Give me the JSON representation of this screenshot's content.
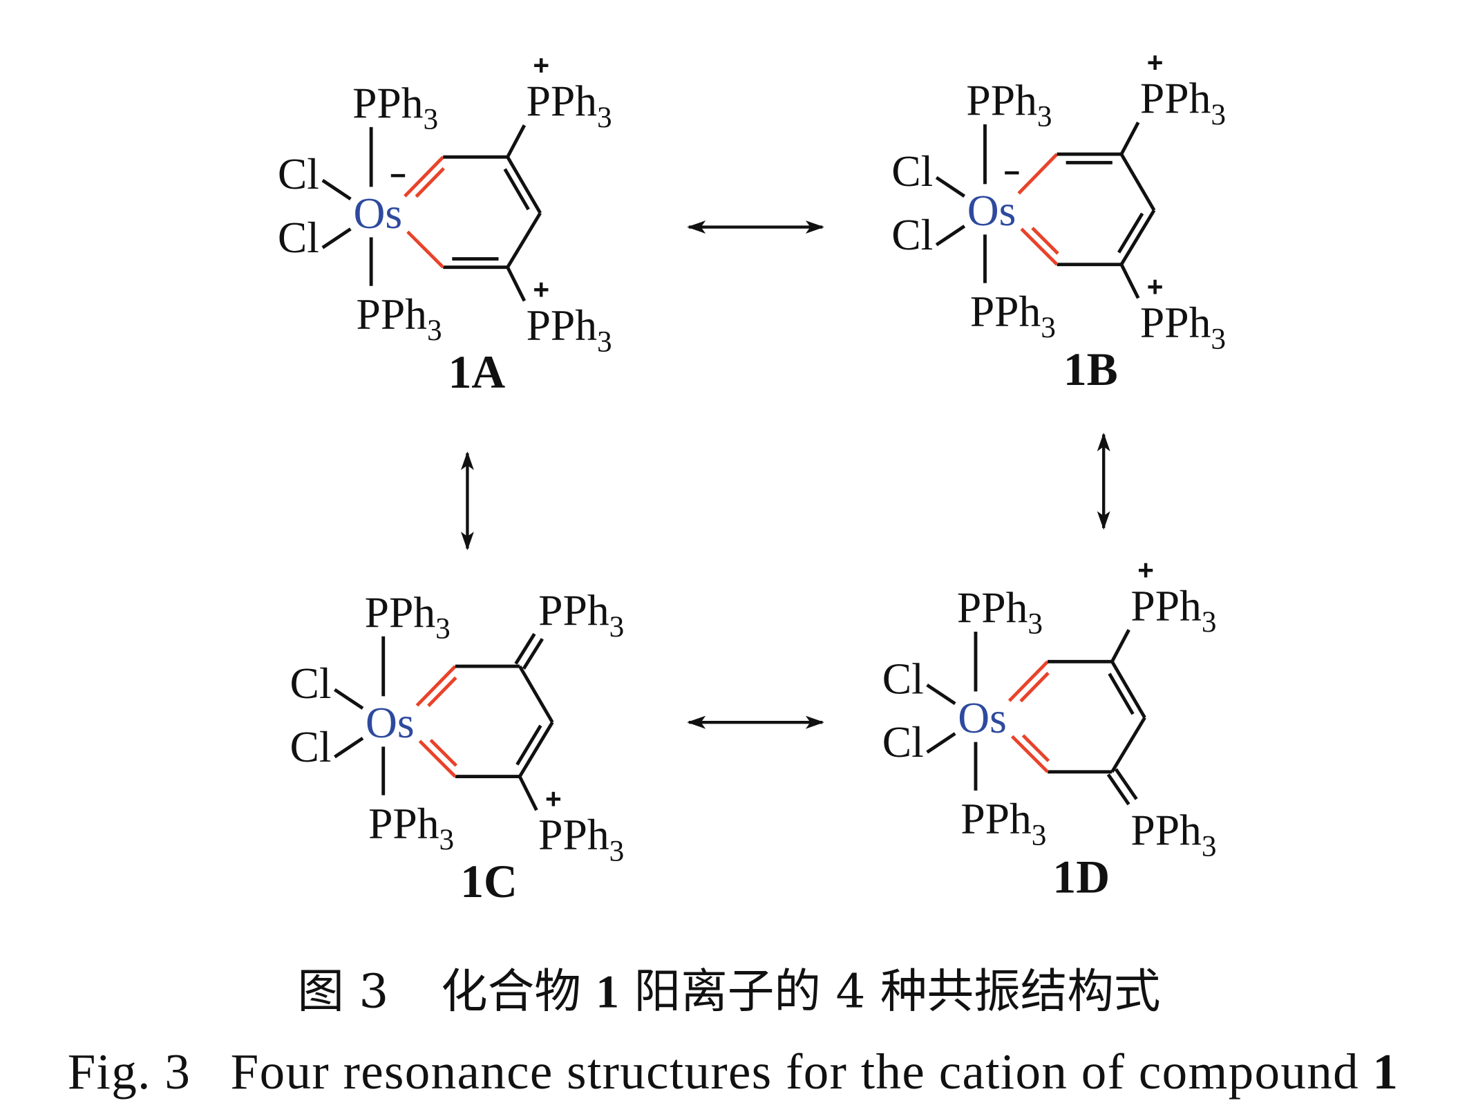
{
  "figure": {
    "colors": {
      "metal": "#2e4a9e",
      "metallacycle_bond": "#e8432a",
      "bond": "#111111"
    },
    "structures": [
      {
        "id": "1A",
        "label": "1A",
        "metal": "Os",
        "axial_top": "PPh",
        "axial_bottom": "PPh",
        "sub_count": "3",
        "halides": [
          "Cl",
          "Cl"
        ],
        "metal_charge": "−",
        "top_substituent": {
          "text": "PPh",
          "count": "3",
          "charge": "+",
          "bond": "single"
        },
        "bottom_substituent": {
          "text": "PPh",
          "count": "3",
          "charge": "+",
          "bond": "single"
        }
      },
      {
        "id": "1B",
        "label": "1B",
        "metal": "Os",
        "axial_top": "PPh",
        "axial_bottom": "PPh",
        "sub_count": "3",
        "halides": [
          "Cl",
          "Cl"
        ],
        "metal_charge": "−",
        "top_substituent": {
          "text": "PPh",
          "count": "3",
          "charge": "+",
          "bond": "single"
        },
        "bottom_substituent": {
          "text": "PPh",
          "count": "3",
          "charge": "+",
          "bond": "single"
        }
      },
      {
        "id": "1C",
        "label": "1C",
        "metal": "Os",
        "axial_top": "PPh",
        "axial_bottom": "PPh",
        "sub_count": "3",
        "halides": [
          "Cl",
          "Cl"
        ],
        "metal_charge": "",
        "top_substituent": {
          "text": "PPh",
          "count": "3",
          "charge": "",
          "bond": "double"
        },
        "bottom_substituent": {
          "text": "PPh",
          "count": "3",
          "charge": "+",
          "bond": "single"
        }
      },
      {
        "id": "1D",
        "label": "1D",
        "metal": "Os",
        "axial_top": "PPh",
        "axial_bottom": "PPh",
        "sub_count": "3",
        "halides": [
          "Cl",
          "Cl"
        ],
        "metal_charge": "",
        "top_substituent": {
          "text": "PPh",
          "count": "3",
          "charge": "+",
          "bond": "single"
        },
        "bottom_substituent": {
          "text": "PPh",
          "count": "3",
          "charge": "",
          "bond": "double"
        }
      }
    ],
    "resonance_arrows": [
      {
        "from": "1A",
        "to": "1B"
      },
      {
        "from": "1A",
        "to": "1C"
      },
      {
        "from": "1B",
        "to": "1D"
      },
      {
        "from": "1C",
        "to": "1D"
      }
    ]
  },
  "caption": {
    "zh_prefix": "图 3",
    "zh_text_1": "化合物",
    "zh_bold": "1",
    "zh_text_2": "阳离子的 4 种共振结构式",
    "en_prefix": "Fig. 3",
    "en_text": "Four resonance structures for the cation of compound",
    "en_bold": "1"
  }
}
